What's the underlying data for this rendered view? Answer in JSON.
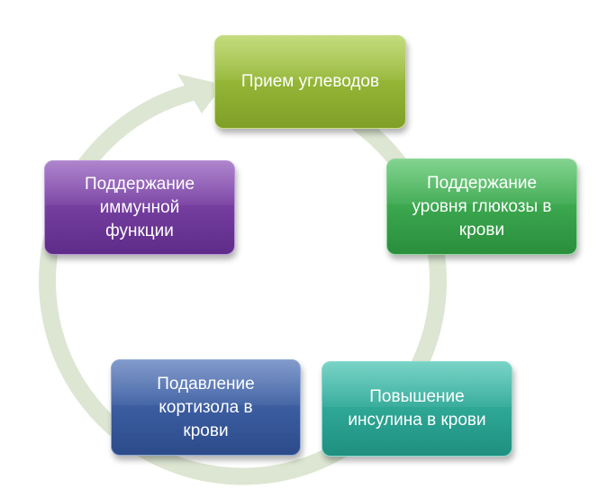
{
  "diagram": {
    "type": "cycle",
    "colors": {
      "arrow": "#dde6d2",
      "node_1": "#94b93a",
      "node_2": "#3aa84f",
      "node_3": "#2fae9c",
      "node_4": "#3c5da0",
      "node_5": "#743ea0"
    },
    "nodes": [
      {
        "label": "Прием углеводов"
      },
      {
        "label": "Поддержание\nуровня глюкозы в\nкрови"
      },
      {
        "label": "Повышение\nинсулина в крови"
      },
      {
        "label": "Подавление\nкортизола в\nкрови"
      },
      {
        "label": "Поддержание\nиммунной\nфункции"
      }
    ]
  }
}
